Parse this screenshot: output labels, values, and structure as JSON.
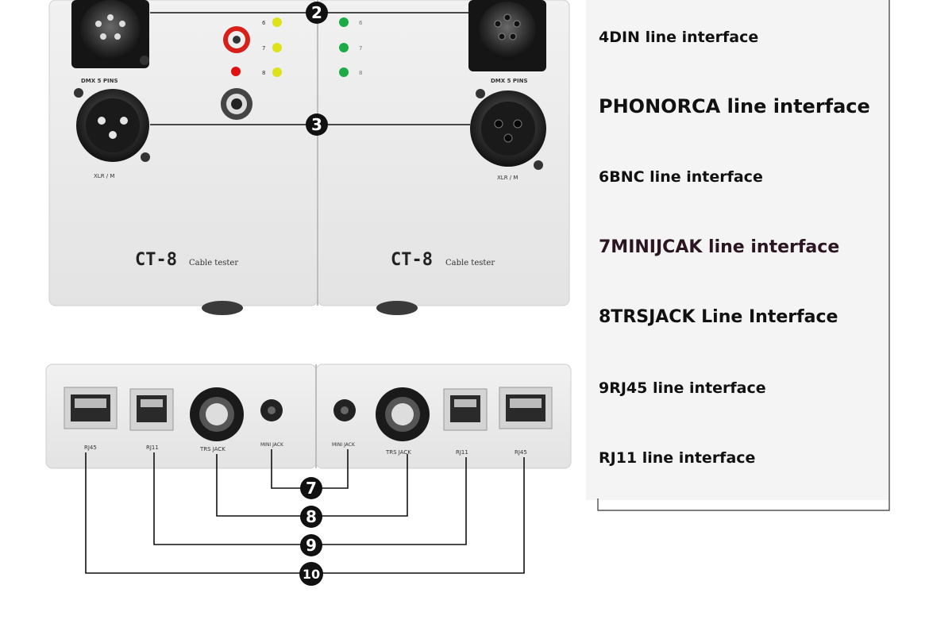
{
  "device": {
    "brand_left": "CT-8",
    "brand_right": "CT-8",
    "subtitle": "Cable tester",
    "dmx_label": "DMX 5 PINS",
    "xlr_left": "XLR / M",
    "xlr_right": "XLR / M",
    "led_numbers_left": [
      "6",
      "7",
      "8"
    ],
    "led_numbers_right": [
      "6",
      "7",
      "8"
    ],
    "callouts_top": [
      "2",
      "3"
    ],
    "bottom_ports_left": [
      "RJ45",
      "RJ11",
      "TRS JACK",
      "MINI JACK"
    ],
    "bottom_ports_right": [
      "MINI JACK",
      "TRS JACK",
      "RJ11",
      "RJ45"
    ],
    "callouts_bottom": [
      "7",
      "8",
      "9",
      "10"
    ]
  },
  "legend": {
    "items": [
      "4DIN line interface",
      "PHONORCA line interface",
      "6BNC line interface",
      "7MINIJCAK line interface",
      "8TRSJACK Line Interface",
      "9RJ45 line interface",
      "RJ11 line interface"
    ]
  },
  "colors": {
    "panel_bg": "#f4f4f4",
    "device_bg": "#ececec",
    "led_yellow": "#dde21a",
    "led_green": "#1dab45",
    "led_red": "#e01010",
    "jack_red": "#d8201a"
  }
}
